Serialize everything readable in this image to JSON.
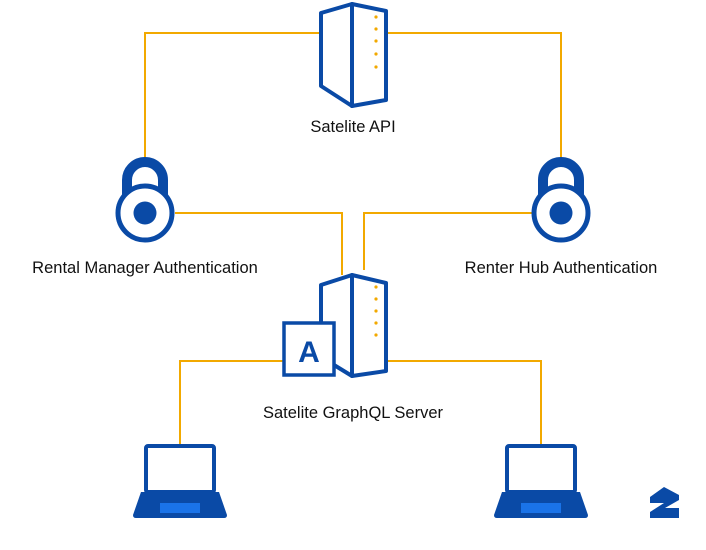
{
  "colors": {
    "connector": "#F2A900",
    "icon_stroke": "#0A4AA6",
    "icon_fill": "#FFFFFF",
    "screen_accent": "#1A73E8",
    "led": "#F2A900",
    "brand": "#0A4AA6"
  },
  "nodes": {
    "satelite_api": {
      "label": "Satelite API",
      "icon": "server-icon"
    },
    "rental_manager_auth": {
      "label": "Rental Manager Authentication",
      "icon": "lock-icon"
    },
    "renter_hub_auth": {
      "label": "Renter Hub Authentication",
      "icon": "lock-icon"
    },
    "graphql_server": {
      "label": "Satelite GraphQL Server",
      "icon": "server-icon",
      "badge": "A"
    },
    "client_left": {
      "icon": "laptop-icon"
    },
    "client_right": {
      "icon": "laptop-icon"
    }
  },
  "brand": {
    "icon": "zillow-z-icon"
  }
}
